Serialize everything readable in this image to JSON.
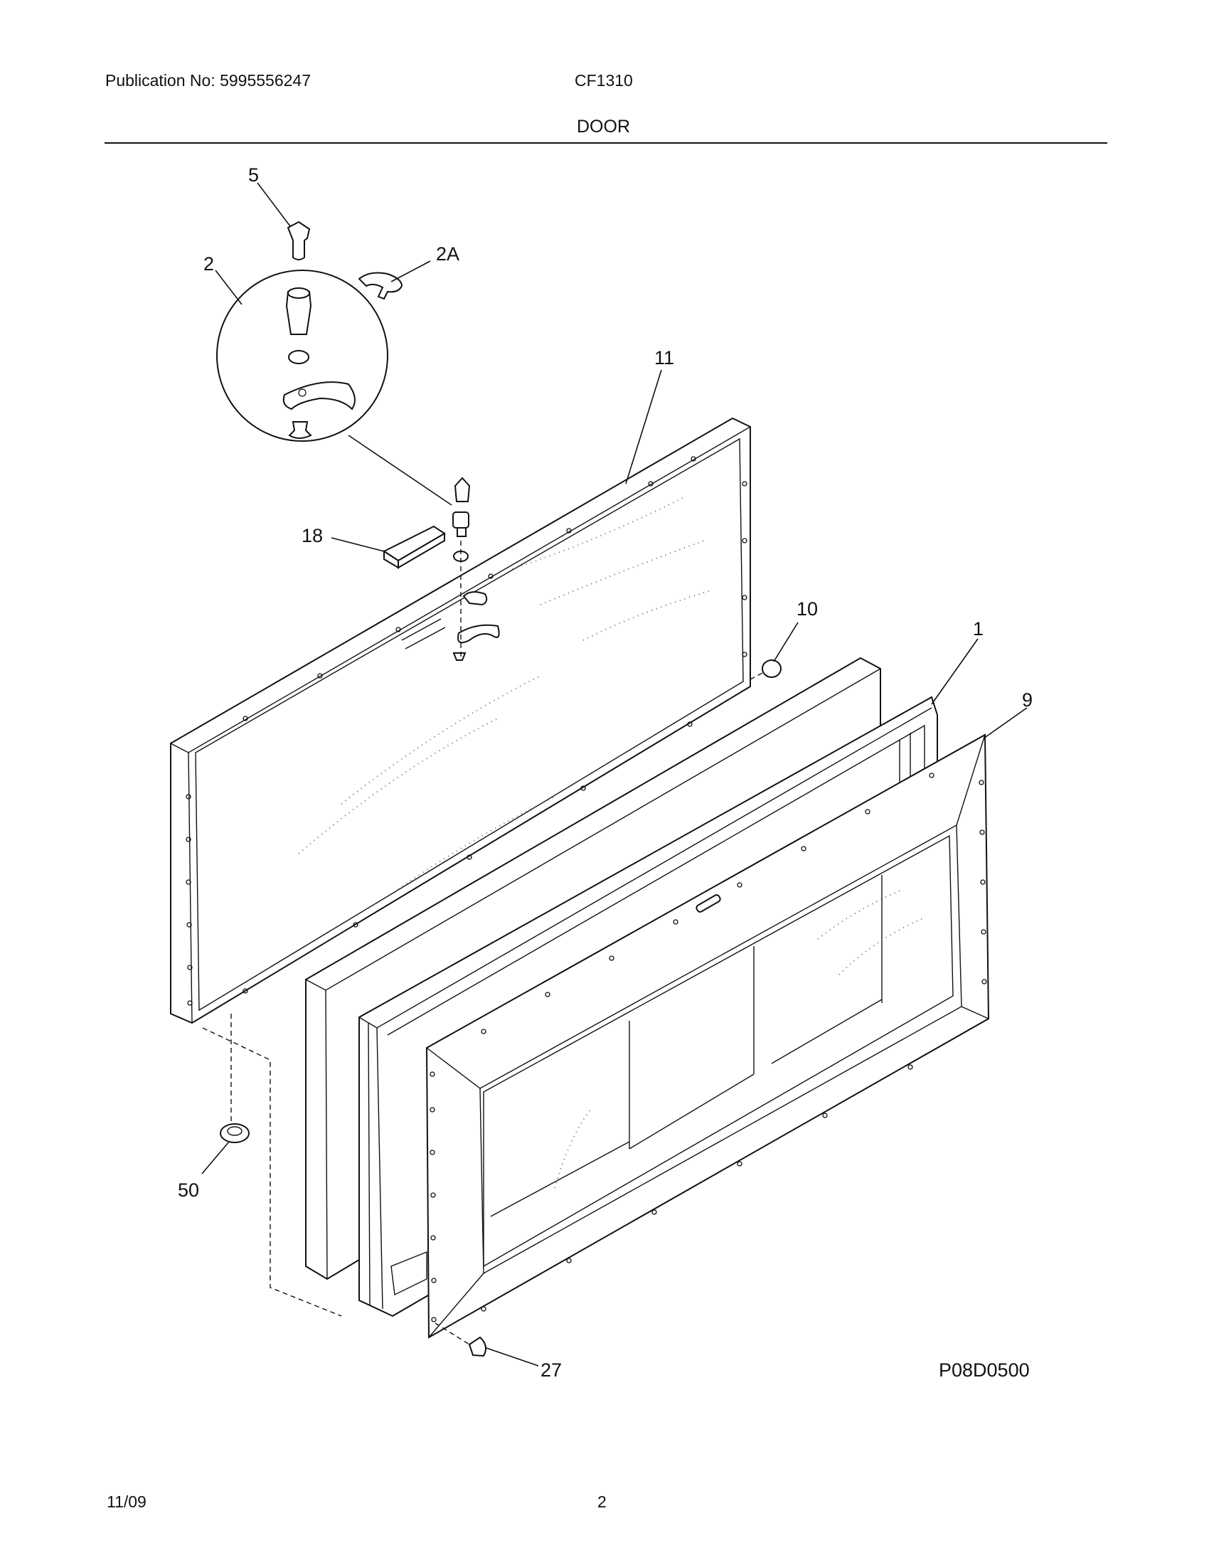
{
  "header": {
    "publication": "Publication No: 5995556247",
    "model": "CF1310",
    "section": "DOOR"
  },
  "callouts": {
    "c5": "5",
    "c2": "2",
    "c2a": "2A",
    "c11": "11",
    "c18": "18",
    "c10": "10",
    "c1": "1",
    "c9": "9",
    "c50": "50",
    "c27": "27"
  },
  "diagram_id": "P08D0500",
  "footer": {
    "date": "11/09",
    "page": "2"
  }
}
